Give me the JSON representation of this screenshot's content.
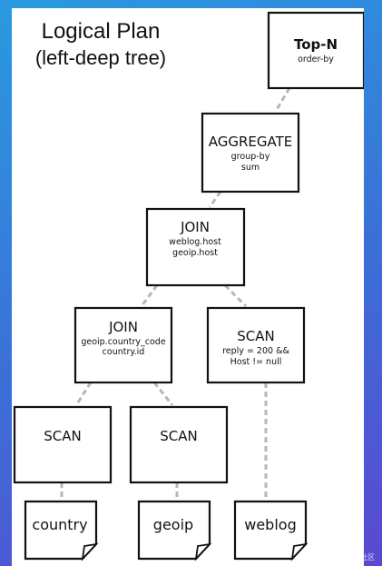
{
  "title": {
    "line1": "Logical Plan",
    "line2": "(left-deep tree)"
  },
  "nodes": {
    "topn": {
      "heading": "Top-N",
      "lines": [
        "order-by"
      ]
    },
    "aggregate": {
      "heading": "AGGREGATE",
      "lines": [
        "group-by",
        "sum"
      ]
    },
    "join1": {
      "heading": "JOIN",
      "lines": [
        "weblog.host",
        "geoip.host"
      ]
    },
    "join2": {
      "heading": "JOIN",
      "lines": [
        "geoip.country_code",
        "country.id"
      ]
    },
    "scan_weblog_filter": {
      "heading": "SCAN",
      "lines": [
        "reply = 200 &&",
        "Host != null"
      ]
    },
    "scan_country": {
      "heading": "SCAN"
    },
    "scan_geoip": {
      "heading": "SCAN"
    }
  },
  "tables": {
    "country": "country",
    "geoip": "geoip",
    "weblog": "weblog"
  },
  "watermark": "@稀土掘金技术社区",
  "colors": {
    "background_top": "#2a9ae0",
    "background_bottom": "#5a48d2",
    "connector": "#b7b7b7",
    "box_border": "#111111"
  }
}
